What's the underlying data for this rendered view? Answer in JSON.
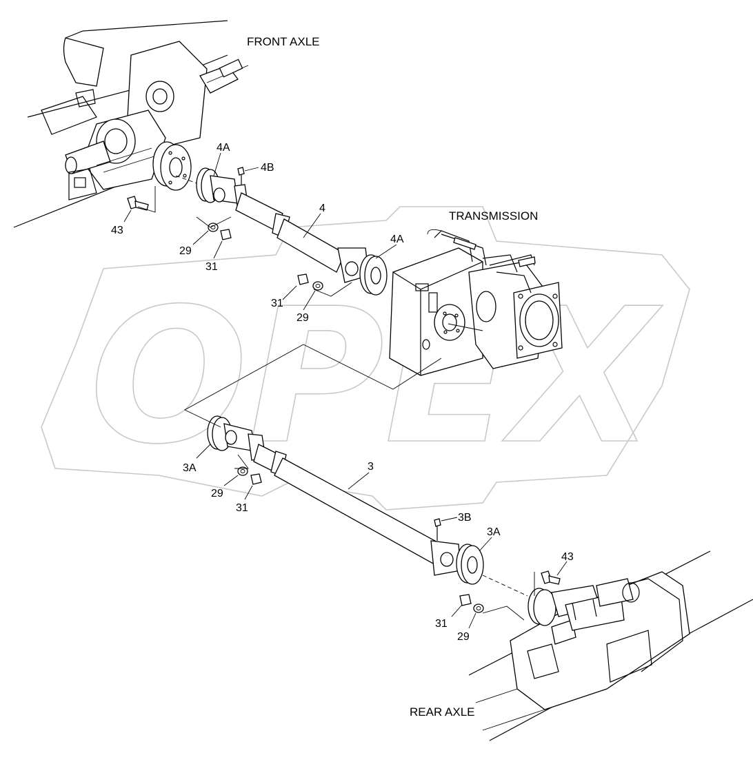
{
  "titles": {
    "front_axle": "FRONT AXLE",
    "transmission": "TRANSMISSION",
    "rear_axle": "REAR AXLE"
  },
  "watermark": {
    "text": "OPEX",
    "color": "#c8c8c8"
  },
  "callouts": {
    "upper_4A_left": "4A",
    "upper_4B": "4B",
    "upper_4": "4",
    "upper_4A_right": "4A",
    "upper_43": "43",
    "upper_29_a": "29",
    "upper_31_a": "31",
    "upper_31_b": "31",
    "upper_29_b": "29",
    "lower_3A_left": "3A",
    "lower_29_a": "29",
    "lower_31_a": "31",
    "lower_3": "3",
    "lower_3B": "3B",
    "lower_3A_right": "3A",
    "lower_43": "43",
    "lower_31_b": "31",
    "lower_29_b": "29"
  },
  "colors": {
    "line": "#000000",
    "background": "#ffffff"
  }
}
